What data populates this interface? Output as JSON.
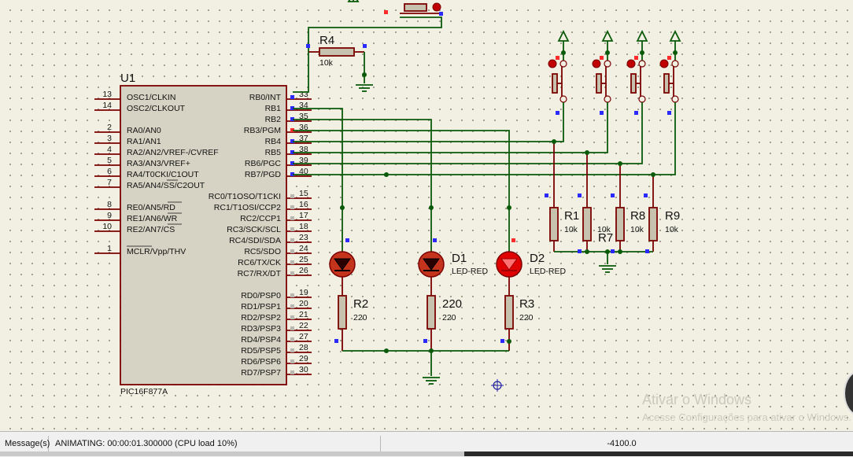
{
  "mcu": {
    "ref": "U1",
    "part": "PIC16F877A",
    "left_pins": [
      {
        "num": "13",
        "name": "OSC1/CLKIN"
      },
      {
        "num": "14",
        "name": "OSC2/CLKOUT"
      },
      {
        "num": "2",
        "name": "RA0/AN0"
      },
      {
        "num": "3",
        "name": "RA1/AN1"
      },
      {
        "num": "4",
        "name": "RA2/AN2/VREF-/CVREF"
      },
      {
        "num": "5",
        "name": "RA3/AN3/VREF+"
      },
      {
        "num": "6",
        "name": "RA4/T0CKI/C1OUT"
      },
      {
        "num": "7",
        "name": "RA5/AN4/SS/C2OUT"
      },
      {
        "num": "8",
        "name": "RE0/AN5/RD"
      },
      {
        "num": "9",
        "name": "RE1/AN6/WR"
      },
      {
        "num": "10",
        "name": "RE2/AN7/CS"
      },
      {
        "num": "1",
        "name": "MCLR/Vpp/THV"
      }
    ],
    "right_pins": [
      {
        "num": "33",
        "name": "RB0/INT"
      },
      {
        "num": "34",
        "name": "RB1"
      },
      {
        "num": "35",
        "name": "RB2"
      },
      {
        "num": "36",
        "name": "RB3/PGM"
      },
      {
        "num": "37",
        "name": "RB4"
      },
      {
        "num": "38",
        "name": "RB5"
      },
      {
        "num": "39",
        "name": "RB6/PGC"
      },
      {
        "num": "40",
        "name": "RB7/PGD"
      },
      {
        "num": "15",
        "name": "RC0/T1OSO/T1CKI"
      },
      {
        "num": "16",
        "name": "RC1/T1OSI/CCP2"
      },
      {
        "num": "17",
        "name": "RC2/CCP1"
      },
      {
        "num": "18",
        "name": "RC3/SCK/SCL"
      },
      {
        "num": "23",
        "name": "RC4/SDI/SDA"
      },
      {
        "num": "24",
        "name": "RC5/SDO"
      },
      {
        "num": "25",
        "name": "RC6/TX/CK"
      },
      {
        "num": "26",
        "name": "RC7/RX/DT"
      },
      {
        "num": "19",
        "name": "RD0/PSP0"
      },
      {
        "num": "20",
        "name": "RD1/PSP1"
      },
      {
        "num": "21",
        "name": "RD2/PSP2"
      },
      {
        "num": "22",
        "name": "RD3/PSP3"
      },
      {
        "num": "27",
        "name": "RD4/PSP4"
      },
      {
        "num": "28",
        "name": "RD5/PSP5"
      },
      {
        "num": "29",
        "name": "RD6/PSP6"
      },
      {
        "num": "30",
        "name": "RD7/PSP7"
      }
    ]
  },
  "resistors": {
    "r4": {
      "ref": "R4",
      "value": "10k"
    },
    "r1": {
      "ref": "R1",
      "value": "10k"
    },
    "r7": {
      "ref": "R7",
      "value": "10k"
    },
    "r8": {
      "ref": "R8",
      "value": "10k"
    },
    "r9": {
      "ref": "R9",
      "value": "10k"
    },
    "r2": {
      "ref": "R2",
      "value": "220"
    },
    "r220": {
      "ref": "220",
      "value": "220"
    },
    "r3": {
      "ref": "R3",
      "value": "220"
    }
  },
  "leds": {
    "d1": {
      "ref": "D1",
      "type": "LED-RED"
    },
    "d2": {
      "ref": "D2",
      "type": "LED-RED"
    }
  },
  "colors": {
    "wire": "#0a5a0a",
    "component_outline": "#7a0000",
    "led_lit": "#e00000",
    "pin_state_high": "#ff2a2a",
    "pin_state_low": "#2a2aff"
  },
  "watermark": {
    "line1": "Ativar o Windows",
    "line2": "Acesse Configurações para ativar o Windows."
  },
  "status": {
    "messages": "Message(s)",
    "animating": "ANIMATING: 00:00:01.300000 (CPU load 10%)",
    "coordinate": "-4100.0"
  }
}
